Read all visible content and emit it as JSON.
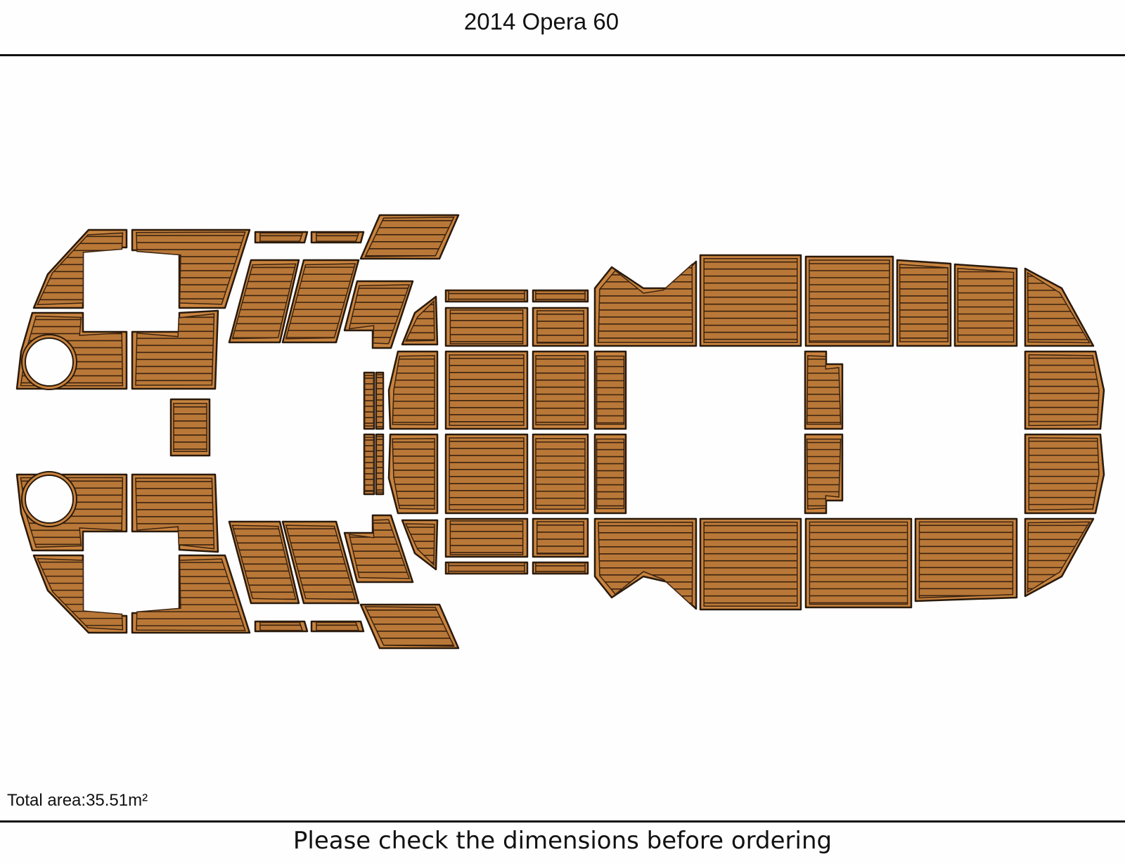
{
  "header": {
    "title": "2014 Opera 60"
  },
  "summary": {
    "total_area": "Total area:35.51m²"
  },
  "footer": {
    "notice": "Please check the dimensions before ordering"
  },
  "colors": {
    "background": "#fefefe",
    "panel_fill": "#c9843f",
    "panel_inner": "#b97838",
    "panel_outline": "#2a1a0c",
    "groove": "#3b2310",
    "rule": "#111111"
  }
}
